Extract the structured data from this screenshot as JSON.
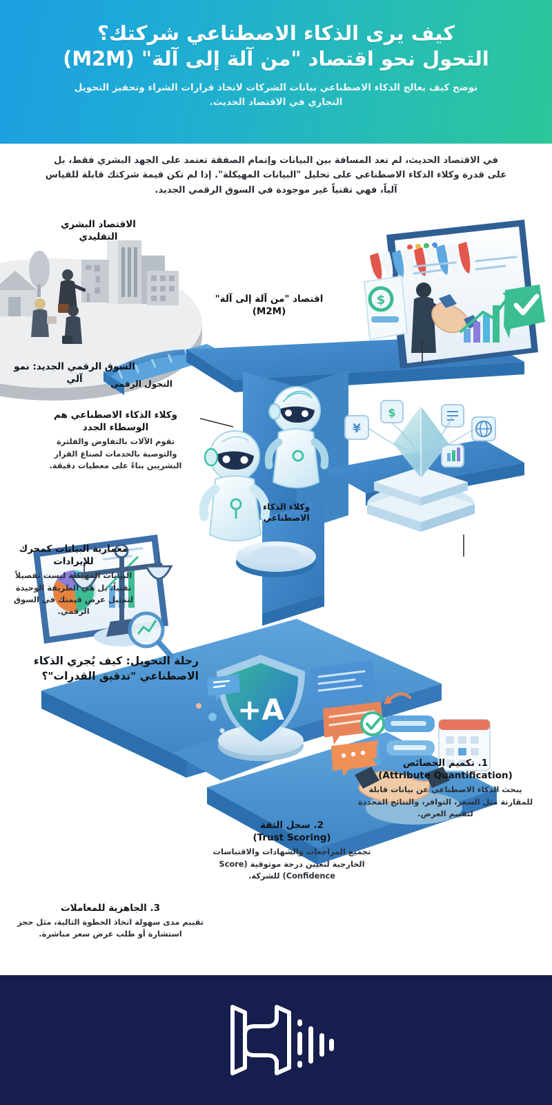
{
  "header": {
    "title_line1": "كيف يرى الذكاء الاصطناعي شركتك؟",
    "title_line2": "التحول نحو اقتصاد \"من آلة إلى آلة\" (M2M)",
    "subtitle": "نوضح كيف يعالج الذكاء الاصطناعي بيانات الشركات لاتخاذ قرارات الشراء وتحفيز التحويل التجاري في الاقتصاد الحديث.",
    "gradient_start": "#1c9fe2",
    "gradient_end": "#2dc79a"
  },
  "intro": {
    "paragraph": "في الاقتصاد الحديث، لم تعد المسافة بين البيانات وإتمام الصفقة تعتمد على الجهد البشري فقط، بل على قدرة وكلاء الذكاء الاصطناعي على تحليل \"البيانات المهيكلة\". إذا لم تكن قيمة شركتك قابلة للقياس آلياً، فهي تقنياً غير موجودة في السوق الرقمي الجديد."
  },
  "labels": {
    "traditional_economy": {
      "title": "الاقتصاد البشري التقليدي"
    },
    "m2m_economy": {
      "title": "اقتصاد \"من آلة إلى آلة\" (M2M)"
    },
    "digital_transformation": {
      "title": "التحول الرقمي"
    },
    "ai_brokers": {
      "title": "وكلاء الذكاء الاصطناعي هم الوسطاء الجدد",
      "body": "تقوم الآلات بالتفاوض والفلترة والتوصية بالخدمات لصناع القرار البشريين بناءً على معطيات دقيقة."
    },
    "digital_market": {
      "title": "السوق الرقمي الجديد: نمو آلي"
    },
    "ai_agents": {
      "title": "وكلاء الذكاء الاصطناعي"
    },
    "data_architecture": {
      "title": "معمارية البيانات كمحرك للإيرادات",
      "body": "البيانات المهيكلة ليست تفصيلاً تقنياً، بل هي الطريقة الوحيدة لتمثيل عرض قيمتك في السوق الرقمي."
    },
    "journey": {
      "title": "رحلة التحويل: كيف يُجري الذكاء الاصطناعي \"تدقيق القدرات\"؟"
    }
  },
  "steps": [
    {
      "number": "1.",
      "title_ar": "تكميم الخصائص",
      "title_en": "(Attribute Quantification)",
      "body": "يبحث الذكاء الاصطناعي عن بيانات قابلة للمقارنة مثل السعر، التوافر، والنتائج المحددة لتقييم العرض."
    },
    {
      "number": "2.",
      "title_ar": "سجل الثقة",
      "title_en": "(Trust Scoring)",
      "body": "تجميع المراجعات والشهادات والاقتباسات الخارجية لتعيين درجة موثوقية (Score Confidence) للشركة."
    },
    {
      "number": "3.",
      "title_ar": "الجاهزية للمعاملات",
      "title_en": "",
      "body": "تقييم مدى سهولة اتخاذ الخطوة التالية، مثل حجز استشارة أو طلب عرض سعر مباشرة."
    }
  ],
  "illustration": {
    "shield_grade": "A+",
    "currency_symbols": [
      "¥",
      "$"
    ],
    "traditional_platform_color": "#d2d5d9",
    "path_color": "#3a86c8",
    "platform_color": "#4a94d4",
    "robot_color": "#eaf6fb"
  },
  "footer": {
    "logo_name": "h-monogram-soundwave-logo",
    "background": "#161e4e"
  }
}
